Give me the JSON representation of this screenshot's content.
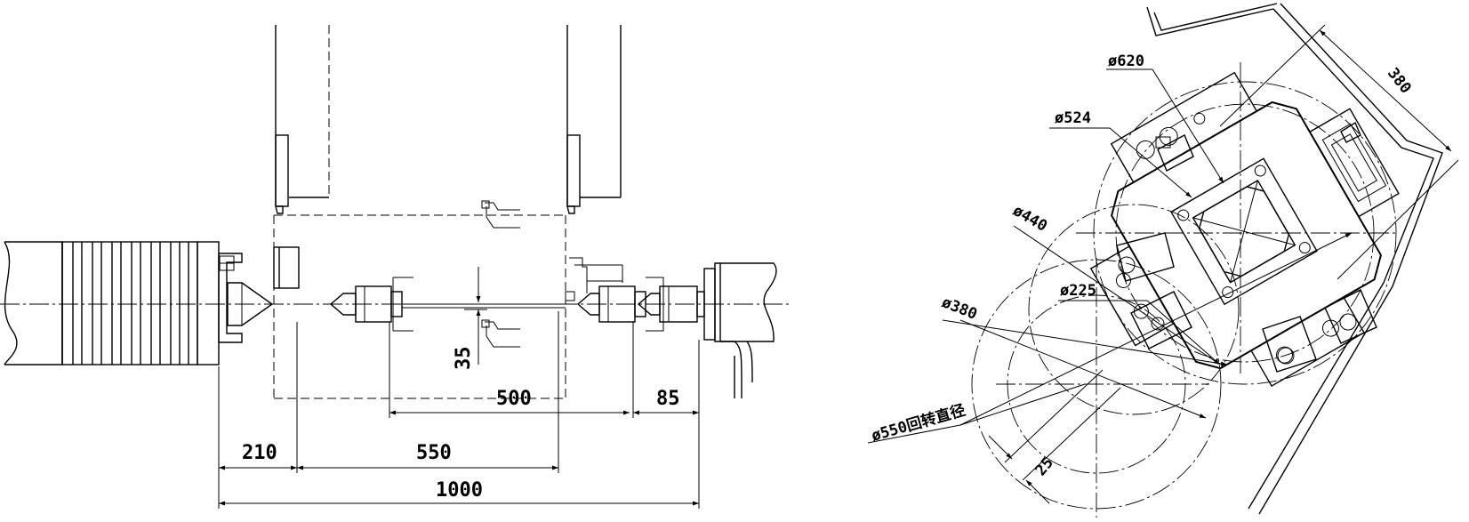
{
  "colors": {
    "line": "#000000",
    "background": "#ffffff"
  },
  "side_view": {
    "dimensions": {
      "d210": "210",
      "d550": "550",
      "d1000": "1000",
      "d500": "500",
      "d85": "85",
      "d35": "35"
    }
  },
  "turret_view": {
    "diameters": {
      "d620": "ø620",
      "d524": "ø524",
      "d440": "ø440",
      "d225": "ø225",
      "d380": "ø380",
      "d550": "ø550回转直径"
    },
    "linear": {
      "d380": "380",
      "d25": "25"
    }
  }
}
